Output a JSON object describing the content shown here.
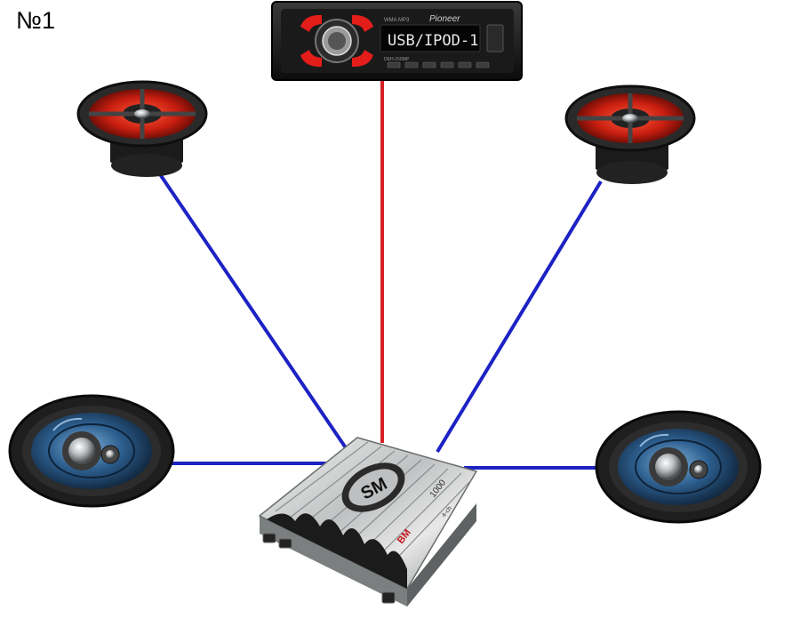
{
  "title": "№1",
  "head_unit": {
    "brand": "Pioneer",
    "display_text": "USB/IPOD-1",
    "model": "DEH-150MP",
    "sub_text": "WMA MP3"
  },
  "amplifier": {
    "logo": "SM",
    "badge": "BM",
    "model": "1000",
    "channels": "4-ch"
  },
  "colors": {
    "power_wire": "#d42027",
    "speaker_wire": "#1d22c4",
    "speaker_red": "#d9281c",
    "speaker_blue": "#2a5f93",
    "chrome": "#c8c9c8"
  },
  "connections": [
    {
      "from": "head-unit",
      "to": "amplifier",
      "wire": "power"
    },
    {
      "from": "left-round-speaker",
      "to": "amplifier",
      "wire": "speaker"
    },
    {
      "from": "right-round-speaker",
      "to": "amplifier",
      "wire": "speaker"
    },
    {
      "from": "left-oval-speaker",
      "to": "amplifier",
      "wire": "speaker"
    },
    {
      "from": "right-oval-speaker",
      "to": "amplifier",
      "wire": "speaker"
    }
  ]
}
